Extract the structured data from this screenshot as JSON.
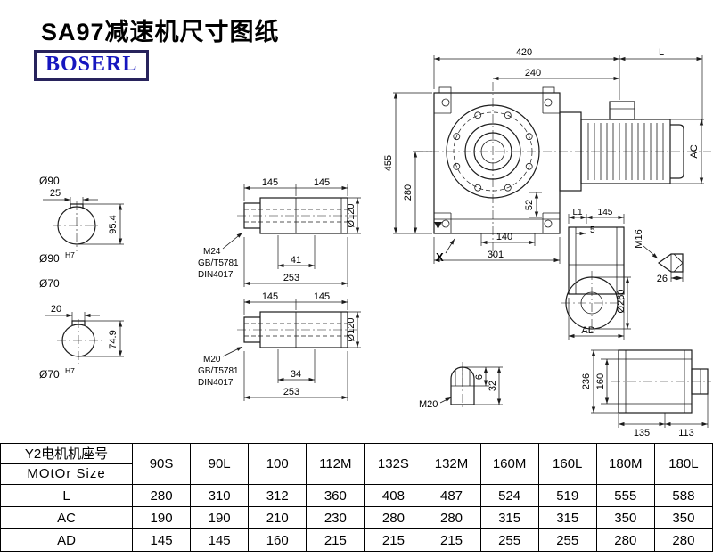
{
  "page": {
    "title": "SA97减速机尺寸图纸",
    "brand": "BOSERL"
  },
  "views": {
    "shaft_end_90": {
      "label": "Ø90",
      "width_dim": "25",
      "height_dim": "95.4",
      "fit_main": "Ø90",
      "fit_sup": "H7"
    },
    "shaft_end_70": {
      "label": "Ø70",
      "width_dim": "20",
      "height_dim": "74.9",
      "fit_main": "Ø70",
      "fit_sup": "H7"
    },
    "hollow_shaft_m24": {
      "seg1": "145",
      "seg2": "145",
      "dia": "Ø120",
      "thread": "M24",
      "std1": "GB/T5781",
      "std2": "DIN4017",
      "thread_len": "41",
      "total_len": "253"
    },
    "hollow_shaft_m20": {
      "seg1": "145",
      "seg2": "145",
      "dia": "Ø120",
      "thread": "M20",
      "std1": "GB/T5781",
      "std2": "DIN4017",
      "thread_len": "34",
      "total_len": "253"
    },
    "main_view": {
      "top_width": "420",
      "flange_offset": "240",
      "motor_len": "L",
      "total_height": "455",
      "axis_height": "280",
      "motor_dia": "AC",
      "foot": "52",
      "foot_len": "140",
      "base_len": "301",
      "mark_x": "X"
    },
    "side_view": {
      "l1": "L1",
      "d145": "145",
      "d5": "5",
      "thread": "M16",
      "flange_dia": "Ø260",
      "cone": "26",
      "width": "AD"
    },
    "keyway_detail": {
      "thread": "M20",
      "key_h": "6",
      "total_h": "32"
    },
    "output_view": {
      "height": "236",
      "inner": "160",
      "len1": "135",
      "len2": "113"
    }
  },
  "table": {
    "header": {
      "line1": "Y2电机机座号",
      "line2": "MOtOr Size"
    },
    "columns": [
      "90S",
      "90L",
      "100",
      "112M",
      "132S",
      "132M",
      "160M",
      "160L",
      "180M",
      "180L"
    ],
    "rows": [
      {
        "label": "L",
        "values": [
          "280",
          "310",
          "312",
          "360",
          "408",
          "487",
          "524",
          "519",
          "555",
          "588"
        ]
      },
      {
        "label": "AC",
        "values": [
          "190",
          "190",
          "210",
          "230",
          "280",
          "280",
          "315",
          "315",
          "350",
          "350"
        ]
      },
      {
        "label": "AD",
        "values": [
          "145",
          "145",
          "160",
          "215",
          "215",
          "215",
          "255",
          "255",
          "280",
          "280"
        ]
      }
    ]
  }
}
